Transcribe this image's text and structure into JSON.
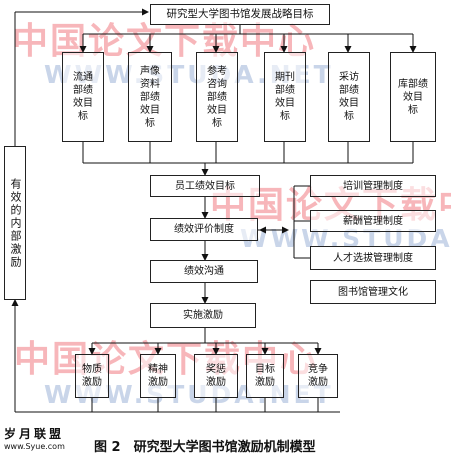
{
  "diagram": {
    "top": "研究型大学图书馆发展战略目标",
    "departments": [
      {
        "id": "d1",
        "lines": [
          "流通",
          "部绩",
          "效目",
          "标"
        ]
      },
      {
        "id": "d2",
        "lines": [
          "声像",
          "资料",
          "部绩",
          "效目",
          "标"
        ]
      },
      {
        "id": "d3",
        "lines": [
          "参考",
          "咨询",
          "部绩",
          "效目",
          "标"
        ]
      },
      {
        "id": "d4",
        "lines": [
          "期刊",
          "部绩",
          "效目",
          "标"
        ]
      },
      {
        "id": "d5",
        "lines": [
          "采访",
          "部绩",
          "效目",
          "标"
        ]
      },
      {
        "id": "d6",
        "lines": [
          "库部绩",
          "效目",
          "标"
        ]
      }
    ],
    "left_loop": "有效的内部激励",
    "flow": {
      "goal": "员工绩效目标",
      "eval": "绩效评价制度",
      "comm": "绩效沟通",
      "impl": "实施激励"
    },
    "systems": {
      "training": "培训管理制度",
      "salary": "薪酬管理制度",
      "talent": "人才选拔管理制度",
      "culture": "图书馆管理文化"
    },
    "incentives": [
      {
        "id": "i1",
        "lines": [
          "物质",
          "激励"
        ]
      },
      {
        "id": "i2",
        "lines": [
          "精神",
          "激励"
        ]
      },
      {
        "id": "i3",
        "lines": [
          "奖惩",
          "激励"
        ]
      },
      {
        "id": "i4",
        "lines": [
          "目标",
          "激励"
        ]
      },
      {
        "id": "i5",
        "lines": [
          "竞争",
          "激励"
        ]
      }
    ]
  },
  "caption": "图 2　研究型大学图书馆激励机制模型",
  "watermarks": {
    "cn": "中国论文下载中心",
    "url": "WWW.STUDA.NET"
  },
  "site": {
    "logo": "岁月联盟",
    "url": "www.Syue.com"
  }
}
